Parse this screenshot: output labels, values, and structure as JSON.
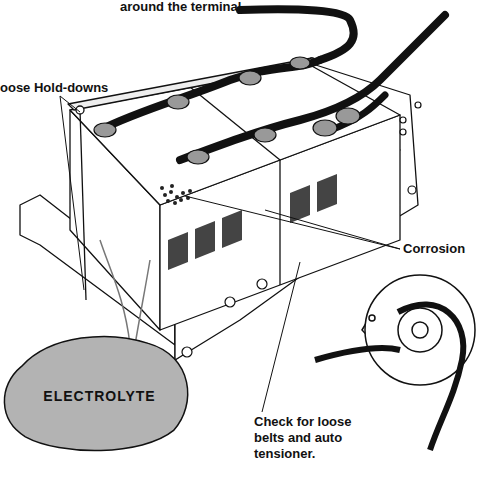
{
  "diagram": {
    "nodes": [
      {
        "text": [
          "ELECTROLYTE"
        ]
      }
    ],
    "labels": [
      "around the terminal.",
      "oose Hold-downs",
      "Corrosion",
      "Check for loose belts and auto tensioner."
    ]
  }
}
